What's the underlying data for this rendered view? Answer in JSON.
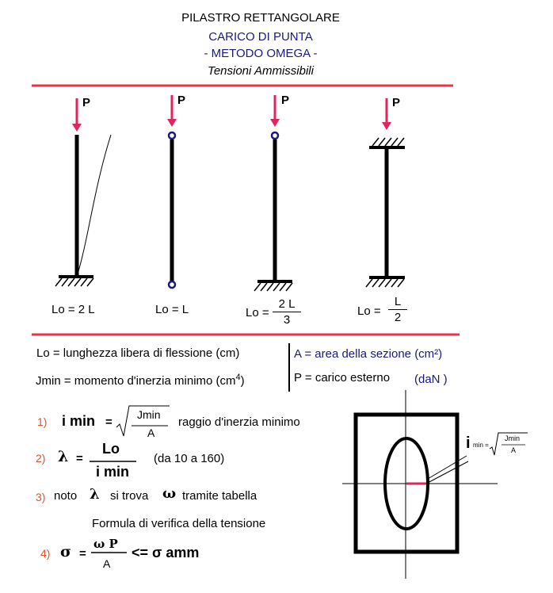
{
  "header": {
    "title": "PILASTRO RETTANGOLARE",
    "subtitle1": "CARICO DI PUNTA",
    "subtitle2": "- METODO  OMEGA -",
    "subtitle3": "Tensioni Ammissibili"
  },
  "columns": {
    "load_label": "P",
    "lo1": "Lo = 2 L",
    "lo2": "Lo = L",
    "lo3_prefix": "Lo =",
    "lo3_num": "2  L",
    "lo3_den": "3",
    "lo4_prefix": "Lo =",
    "lo4_num": "L",
    "lo4_den": "2"
  },
  "legend": {
    "lo_def": "Lo =  lunghezza  libera  di  flessione  (cm)",
    "jmin_def": "Jmin = momento d'inerzia minimo  (cm",
    "jmin_exp": "4",
    "jmin_close": ")",
    "a_def": "A = area della sezione (cm²)",
    "p_def": "P = carico esterno",
    "p_unit": "(daN )"
  },
  "formulas": {
    "f1_num": "1)",
    "f1_lhs": "i min",
    "f1_eq": "=",
    "f1_rad_num": "Jmin",
    "f1_rad_den": "A",
    "f1_desc": "raggio d'inerzia minimo",
    "f2_num": "2)",
    "f2_lhs": "λ",
    "f2_eq": "=",
    "f2_frac_num": "Lo",
    "f2_frac_den": "i min",
    "f2_desc": "(da 10 a 160)",
    "f3_num": "3)",
    "f3_text1": "noto",
    "f3_lambda": "λ",
    "f3_text2": "si trova",
    "f3_omega": "ω",
    "f3_text3": "tramite tabella",
    "f_caption": "Formula di verifica della tensione",
    "f4_num": "4)",
    "f4_lhs": "σ",
    "f4_eq": "=",
    "f4_frac_num": "ω  P",
    "f4_frac_den": "A",
    "f4_rhs": "<= σ amm"
  },
  "section": {
    "i_label": "i",
    "i_sub": "min =",
    "i_rad_num": "Jmin",
    "i_rad_den": "A"
  },
  "colors": {
    "rule_red": "#e8344a",
    "arrow": "#e0245e",
    "pin": "#1a1a7a",
    "num_orange": "#e0532c"
  }
}
